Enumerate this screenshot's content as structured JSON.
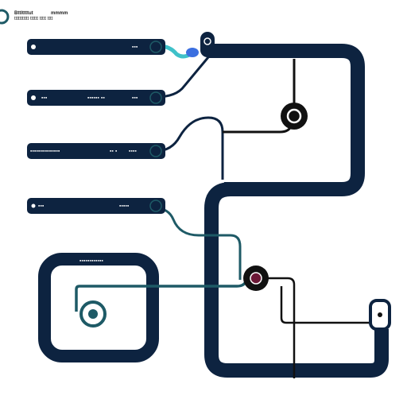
{
  "header": {
    "title": "Bttlttttut",
    "subtitle": "mmmm",
    "tagline": "ttttttttttt tttttt ttttt tttt"
  },
  "pills": [
    {
      "left": "",
      "right": "▪▪▪"
    },
    {
      "left": "▪▪▪",
      "mid": "▪▪▪▪▪▪ ▪▪",
      "right": "▪▪▪"
    },
    {
      "left": "▪▪▪▪▪▪▪▪▪▪▪▪▪▪▪",
      "mid": "▪▪ ▪",
      "right": "▪▪▪▪"
    },
    {
      "left": "▪▪▪",
      "right": "▪▪▪▪▪"
    }
  ],
  "panel_label": "▪▪▪▪▪▪▪▪▪▪▪▪",
  "colors": {
    "navy": "#0d2340",
    "teal": "#1e5a66",
    "cyan": "#3fc1c9",
    "blue": "#3b6fe0",
    "maroon": "#6b1836",
    "black": "#111111"
  }
}
